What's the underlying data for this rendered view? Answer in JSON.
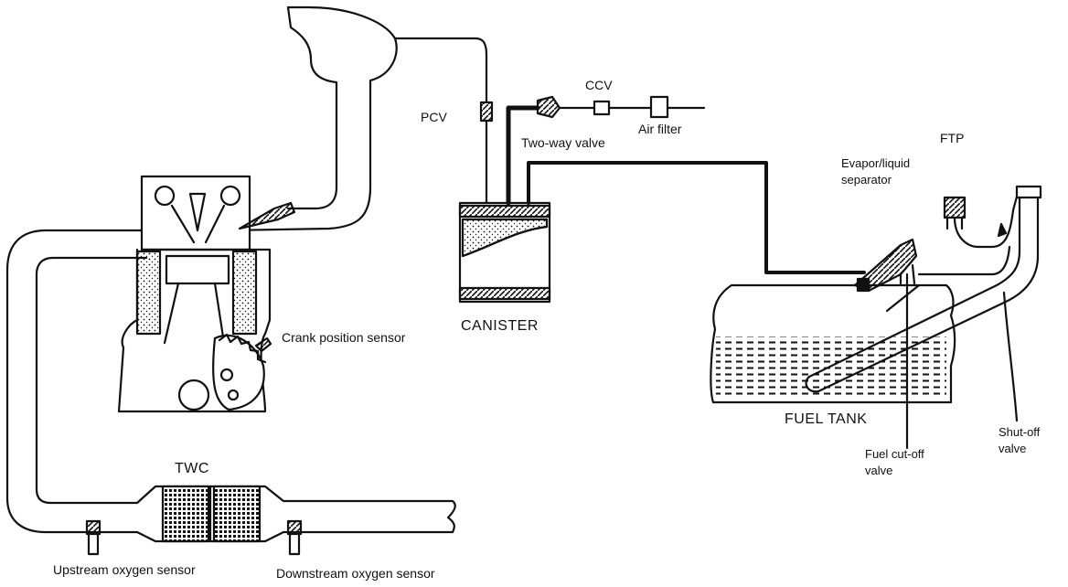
{
  "labels": {
    "pcv": "PCV",
    "ccv": "CCV",
    "two_way_valve": "Two-way valve",
    "air_filter": "Air filter",
    "ftp": "FTP",
    "evapor_line1": "Evapor/liquid",
    "evapor_line2": "separator",
    "crank_position_sensor": "Crank position sensor",
    "canister": "CANISTER",
    "fuel_tank": "FUEL TANK",
    "fuel_cutoff_line1": "Fuel cut-off",
    "fuel_cutoff_line2": "valve",
    "shutoff_line1": "Shut-off",
    "shutoff_line2": "valve",
    "twc": "TWC",
    "upstream_sensor": "Upstream oxygen sensor",
    "downstream_sensor": "Downstream oxygen sensor"
  },
  "colors": {
    "line": "#111111",
    "paper": "#ffffff"
  }
}
